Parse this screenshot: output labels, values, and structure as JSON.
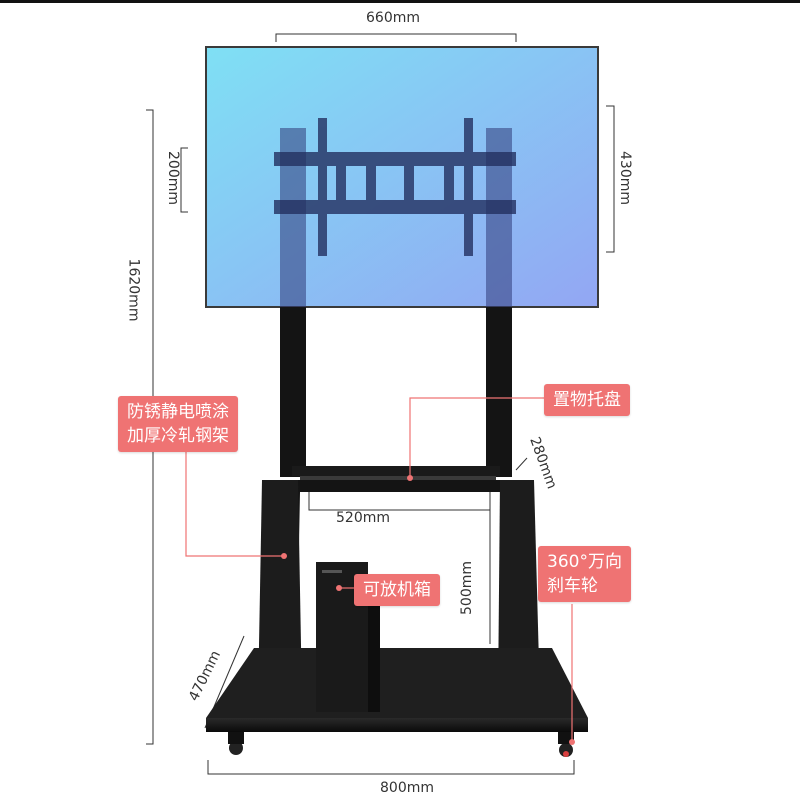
{
  "dimensions": {
    "screen_width": "660mm",
    "screen_height": "430mm",
    "mount_height": "200mm",
    "total_height": "1620mm",
    "tray_depth": "280mm",
    "tray_width": "520mm",
    "shelf_height": "500mm",
    "base_depth": "470mm",
    "base_width": "800mm"
  },
  "labels": {
    "frame_line1": "防锈静电喷涂",
    "frame_line2": "加厚冷轧钢架",
    "tray": "置物托盘",
    "case": "可放机箱",
    "wheel_line1": "360°万向",
    "wheel_line2": "刹车轮"
  },
  "colors": {
    "accent": "#ef7373",
    "screen_top": "#7fd6f0",
    "screen_bottom": "#8fa8f2",
    "steel": "#141414"
  }
}
